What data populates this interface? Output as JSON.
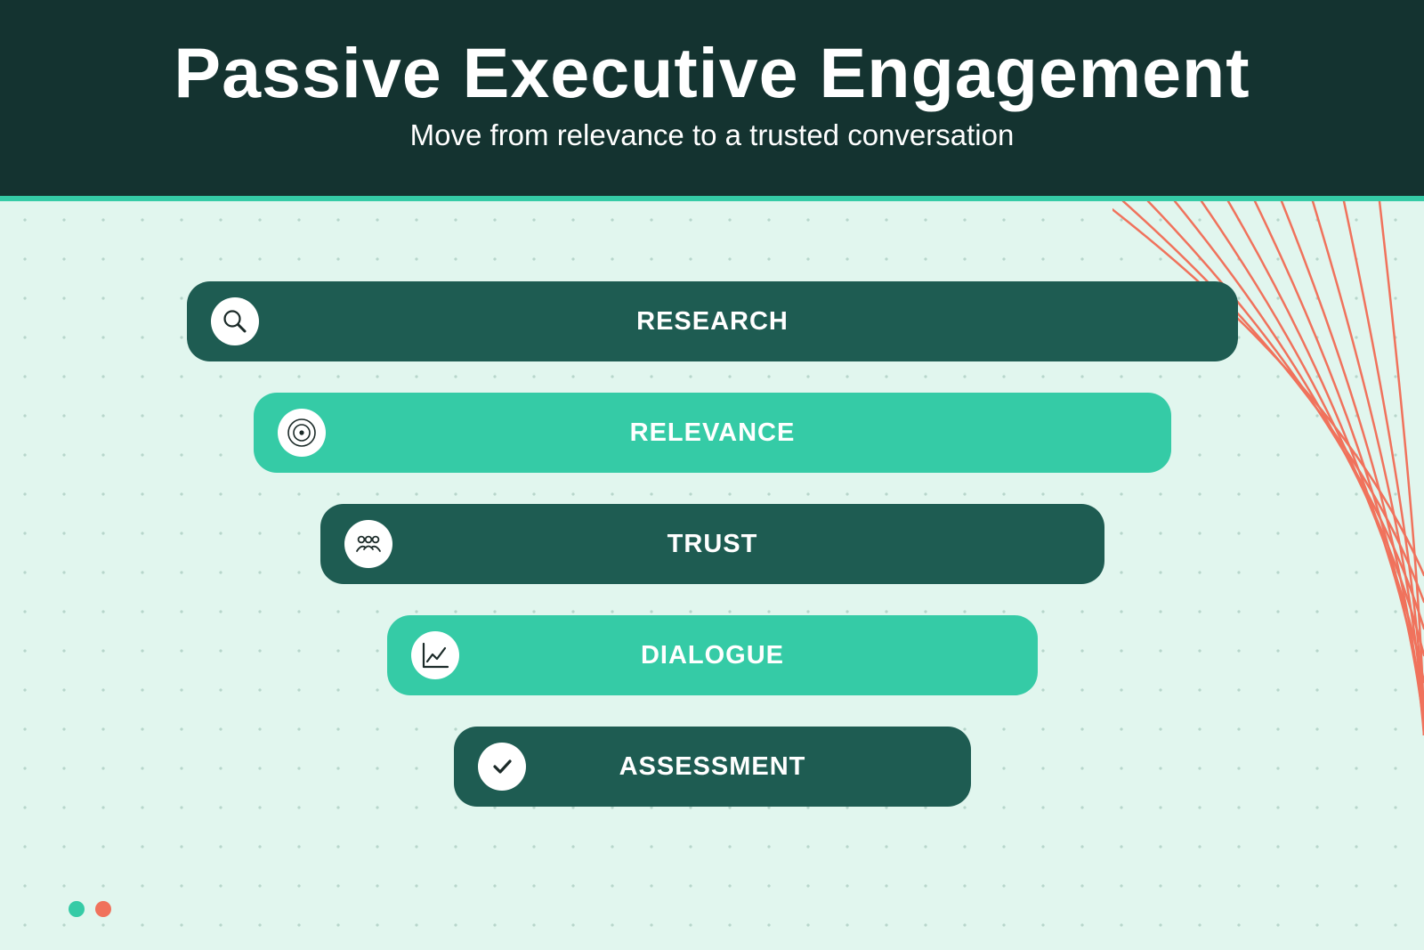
{
  "header": {
    "title": "Passive Executive Engagement",
    "subtitle": "Move from relevance to a trusted conversation"
  },
  "funnel": {
    "stages": [
      {
        "label": "RESEARCH",
        "icon": "search-icon",
        "tone": "dark"
      },
      {
        "label": "RELEVANCE",
        "icon": "target-icon",
        "tone": "light"
      },
      {
        "label": "TRUST",
        "icon": "people-icon",
        "tone": "dark"
      },
      {
        "label": "DIALOGUE",
        "icon": "chart-icon",
        "tone": "light"
      },
      {
        "label": "ASSESSMENT",
        "icon": "checkmark-icon",
        "tone": "dark"
      }
    ]
  },
  "colors": {
    "header_bg": "#143330",
    "accent_teal": "#35cba6",
    "stage_dark": "#1e5c52",
    "accent_coral": "#f0725c",
    "background": "#e1f6ee"
  },
  "decorations": {
    "bottom_dots": [
      "teal",
      "coral"
    ]
  }
}
